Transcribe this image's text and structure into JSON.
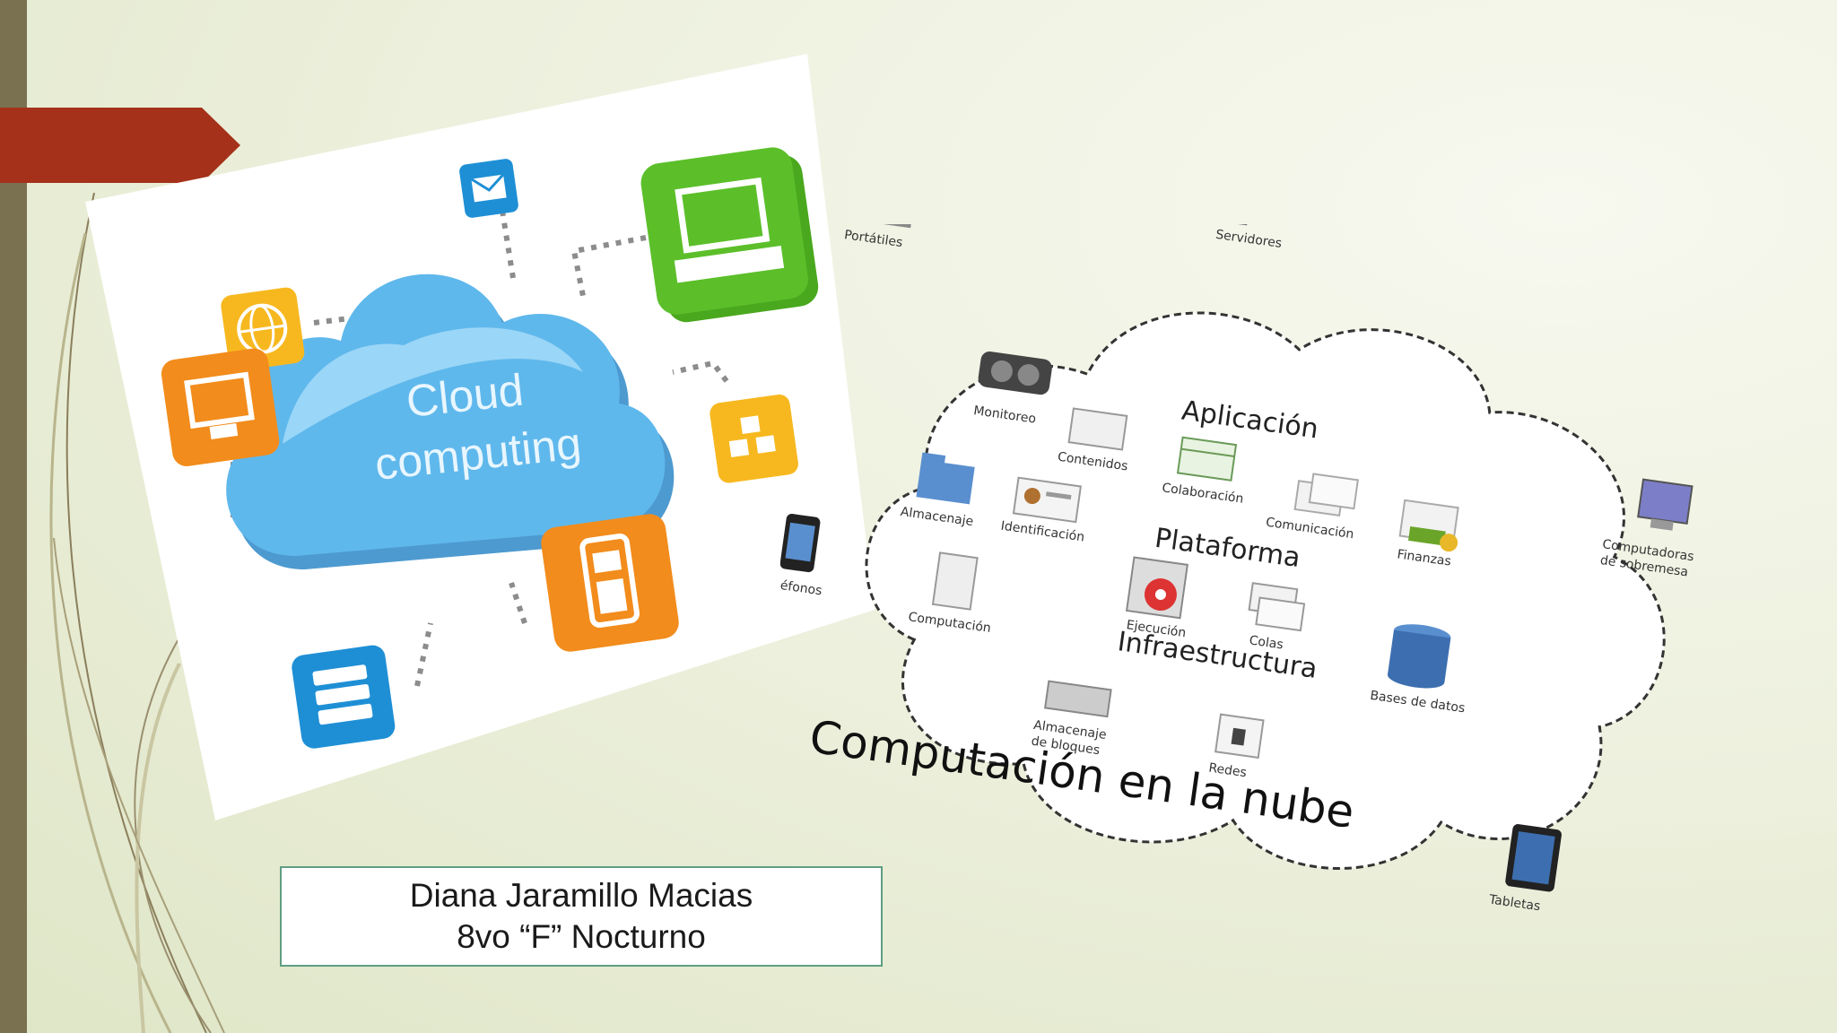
{
  "cloud_computing_image": {
    "title_line1": "Cloud",
    "title_line2": "computing",
    "icons": [
      "mail-icon",
      "laptop-icon",
      "globe-icon",
      "monitor-icon",
      "apps-icon",
      "phone-icon",
      "server-icon"
    ],
    "colors": {
      "cloud": "#5fb8ec",
      "green": "#5cbf2a",
      "orange": "#f28c1c",
      "blue": "#1e8fd5",
      "yellow": "#f7b81f"
    }
  },
  "nube_diagram": {
    "title": "Computación en la nube",
    "layers": {
      "application": "Aplicación",
      "platform": "Plataforma",
      "infrastructure": "Infraestructura"
    },
    "outside_devices": {
      "laptops": "Portátiles",
      "servers": "Servidores",
      "desktops_line1": "Computadoras",
      "desktops_line2": "de sobremesa",
      "phones": "Teléfonos",
      "tablets": "Tabletas"
    },
    "inside_items": {
      "monitoring": "Monitoreo",
      "content": "Contenidos",
      "collaboration": "Colaboración",
      "communication": "Comunicación",
      "finance": "Finanzas",
      "storage": "Almacenaje",
      "identification": "Identificación",
      "execution": "Ejecución",
      "queues": "Colas",
      "compute": "Computación",
      "databases": "Bases de datos",
      "block_storage_line1": "Almacenaje",
      "block_storage_line2": "de bloques",
      "networks": "Redes"
    }
  },
  "caption": {
    "line1": "Diana Jaramillo Macias",
    "line2": "8vo “F” Nocturno"
  },
  "theme_colors": {
    "left_bar": "#7a7150",
    "arrow_tag": "#a5311a",
    "caption_border": "#5f9e82"
  }
}
